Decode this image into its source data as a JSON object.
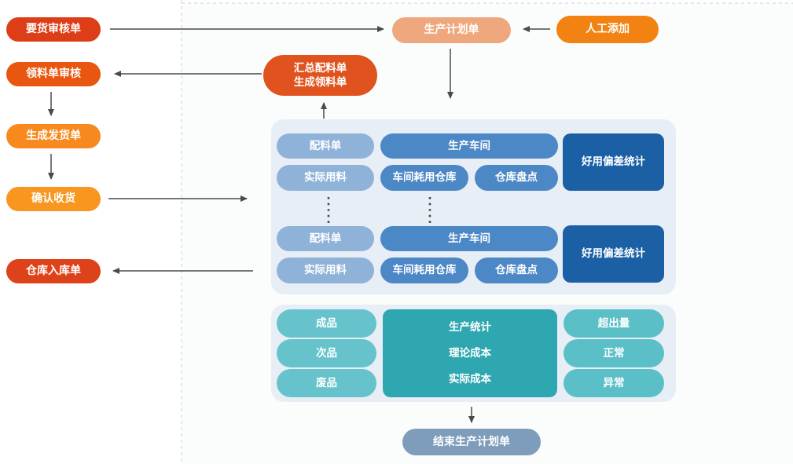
{
  "diagram_title": "production-planning-flow",
  "left_flow": {
    "items": [
      {
        "label": "要货审核单",
        "color": "#de3e17"
      },
      {
        "label": "领料单审核",
        "color": "#e8560f"
      },
      {
        "label": "生成发货单",
        "color": "#f7891e"
      },
      {
        "label": "确认收货",
        "color": "#f9961f"
      },
      {
        "label": "仓库入库单",
        "color": "#de421a"
      }
    ]
  },
  "top_flow": {
    "production_plan": {
      "label": "生产计划单",
      "color": "#efa87d"
    },
    "manual_add": {
      "label": "人工添加",
      "color": "#f28312"
    },
    "summary_picking": {
      "line1": "汇总配料单",
      "line2": "生成领料单",
      "color": "#e0531f"
    }
  },
  "workshop_panel": {
    "bg": "#e7eef6",
    "colors": {
      "light_blue": "#8fb2d8",
      "medium_blue": "#4c87c6",
      "dark_blue": "#1b60a5"
    },
    "groups": [
      {
        "bom": "配料单",
        "workshop": "生产车间",
        "actual_usage": "实际用料",
        "consume_warehouse": "车间耗用仓库",
        "stocktake": "仓库盘点",
        "deviation_stats": "好用偏差统计"
      },
      {
        "bom": "配料单",
        "workshop": "生产车间",
        "actual_usage": "实际用料",
        "consume_warehouse": "车间耗用仓库",
        "stocktake": "仓库盘点",
        "deviation_stats": "好用偏差统计"
      }
    ]
  },
  "stats_panel": {
    "bg": "#e7eef6",
    "colors": {
      "left_pill": "#66c3cb",
      "center_box": "#2fa7b0",
      "right_pill": "#5bbfc8"
    },
    "left_items": [
      {
        "label": "成品"
      },
      {
        "label": "次品"
      },
      {
        "label": "废品"
      }
    ],
    "center_lines": [
      {
        "label": "生产统计"
      },
      {
        "label": "理论成本"
      },
      {
        "label": "实际成本"
      }
    ],
    "right_items": [
      {
        "label": "超出量"
      },
      {
        "label": "正常"
      },
      {
        "label": "异常"
      }
    ]
  },
  "end_node": {
    "label": "结束生产计划单",
    "color": "#7e9dbb"
  },
  "connector_color": "#4a4a4a",
  "boundary_color": "#d5dade"
}
